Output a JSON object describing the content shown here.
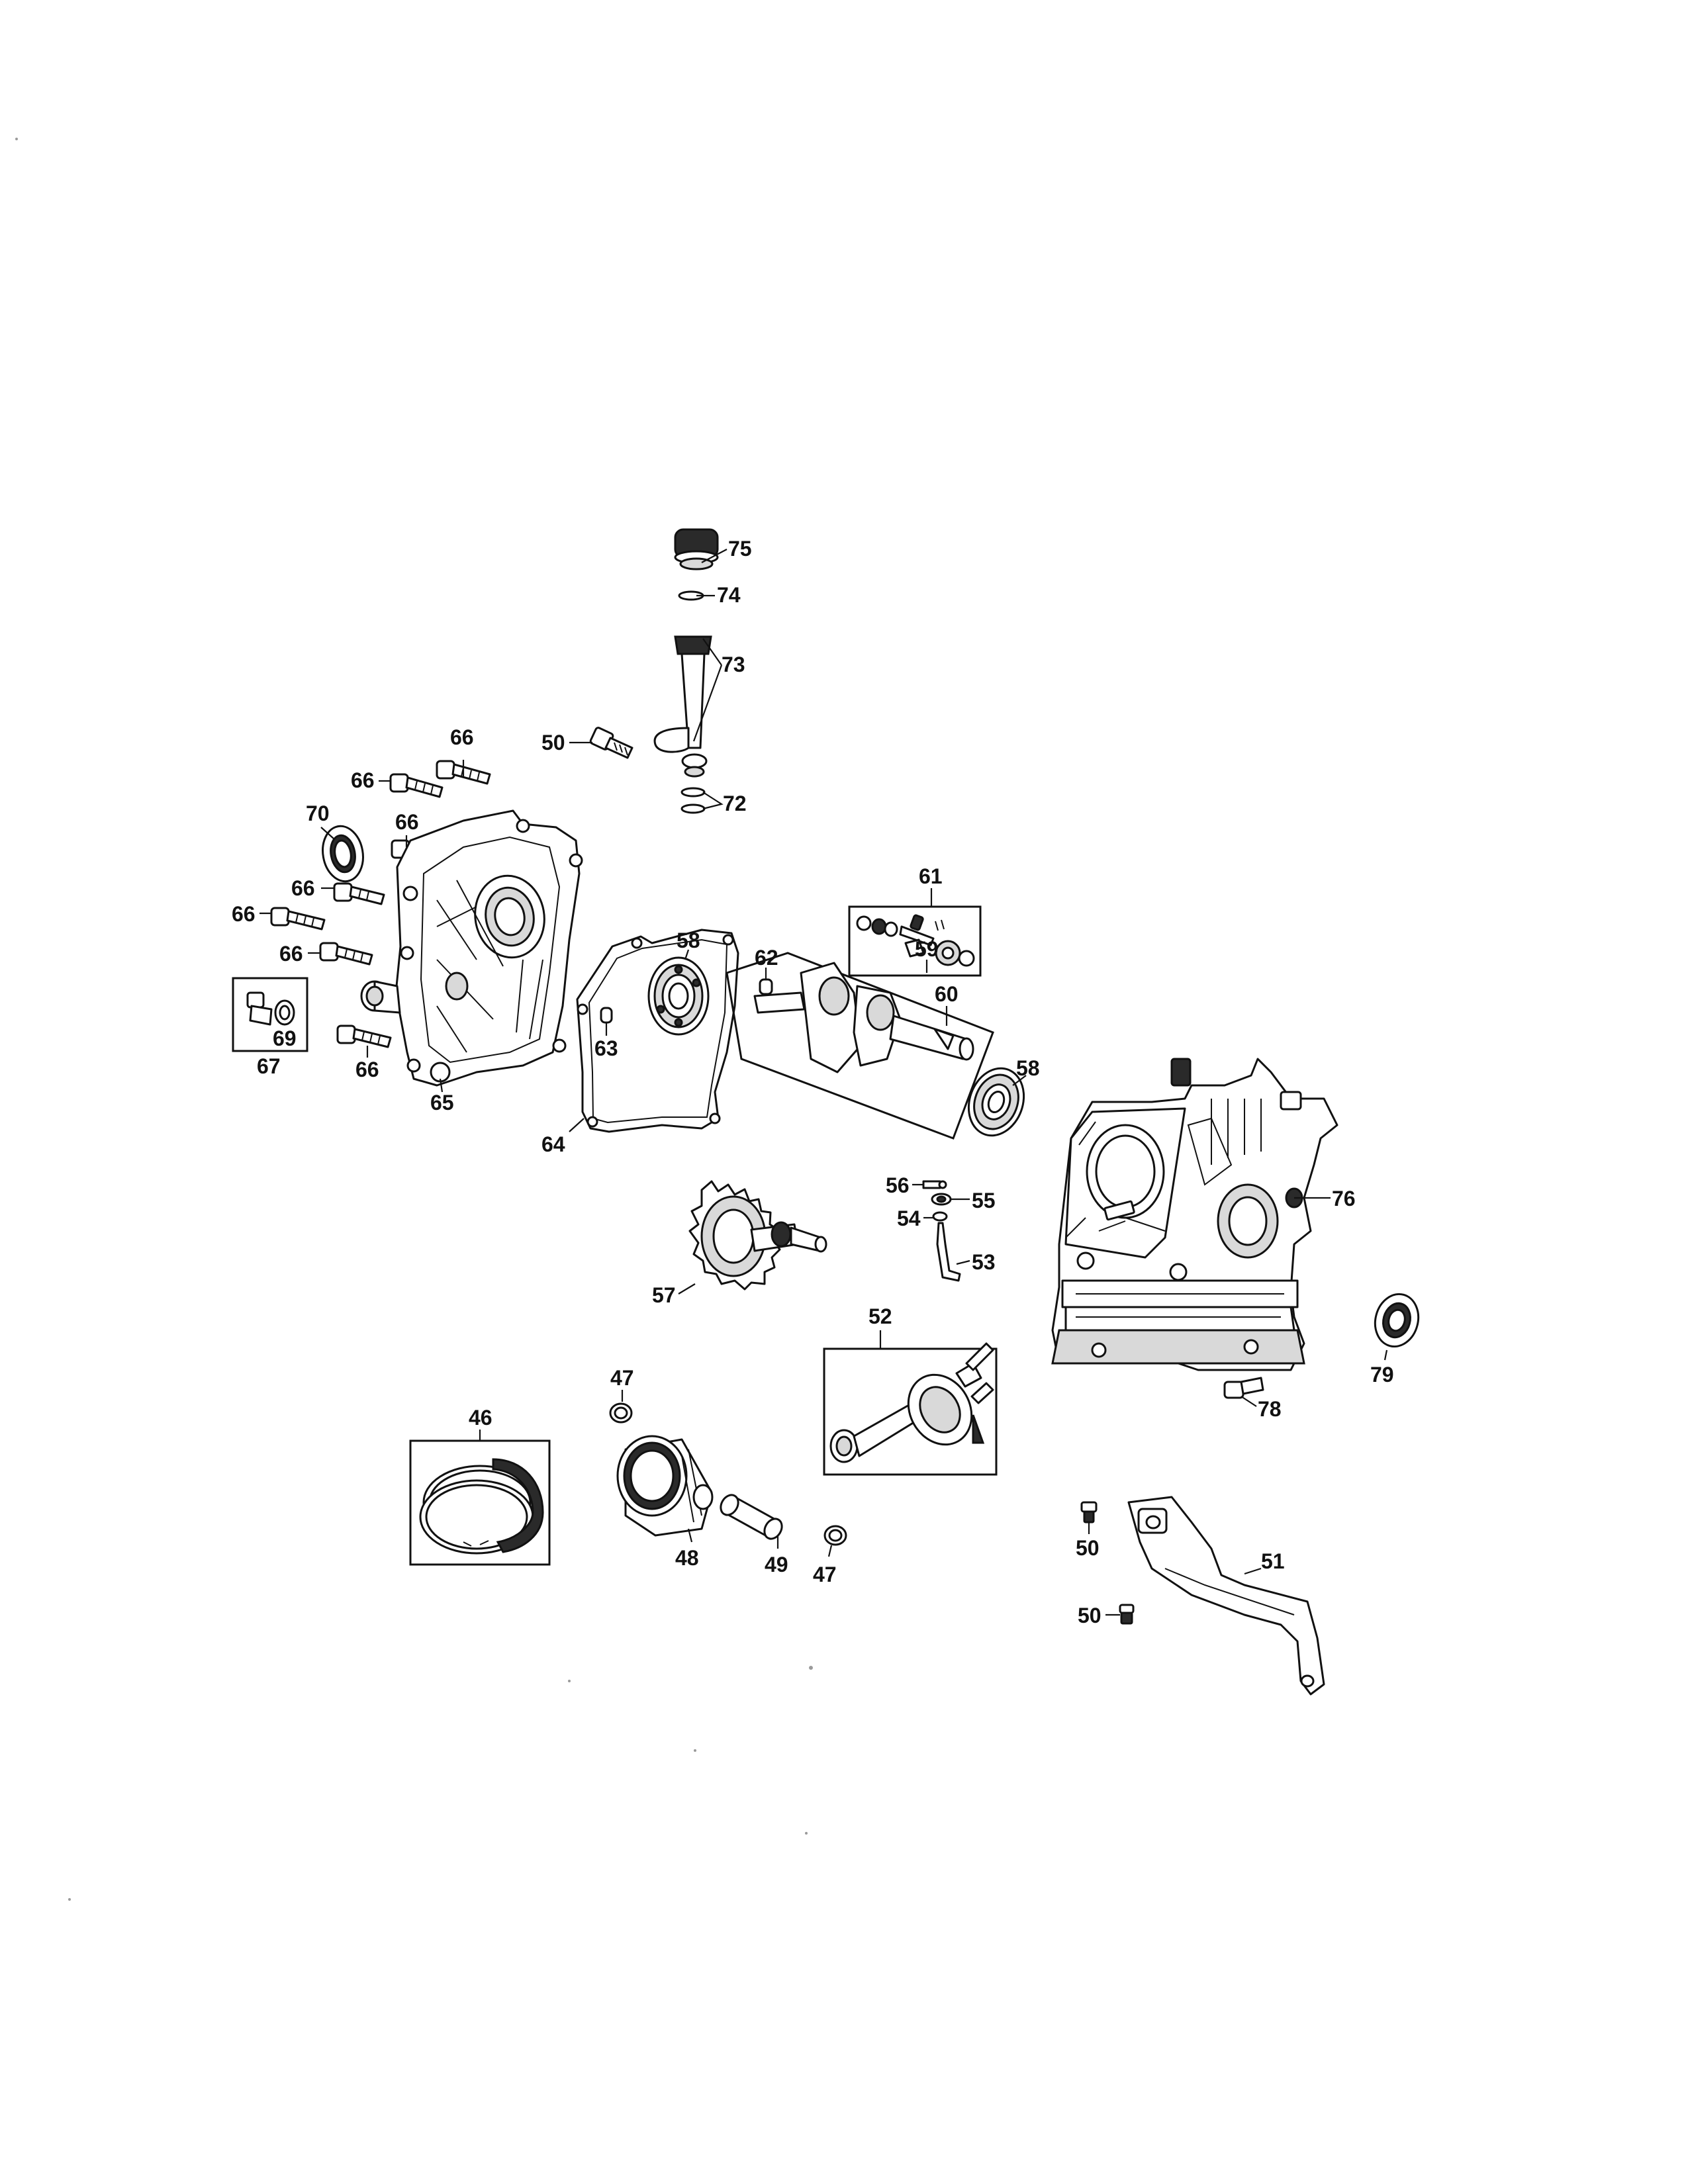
{
  "diagram": {
    "callouts": {
      "c46": "46",
      "c47a": "47",
      "c47b": "47",
      "c48": "48",
      "c49": "49",
      "c50a": "50",
      "c50b": "50",
      "c50c": "50",
      "c51": "51",
      "c52": "52",
      "c53": "53",
      "c54": "54",
      "c55": "55",
      "c56": "56",
      "c57": "57",
      "c58a": "58",
      "c58b": "58",
      "c59": "59",
      "c60": "60",
      "c61": "61",
      "c62": "62",
      "c63": "63",
      "c64": "64",
      "c65": "65",
      "c66a": "66",
      "c66b": "66",
      "c66c": "66",
      "c66d": "66",
      "c66e": "66",
      "c66f": "66",
      "c66g": "66",
      "c67": "67",
      "c69": "69",
      "c70": "70",
      "c72": "72",
      "c73": "73",
      "c74": "74",
      "c75": "75",
      "c76": "76",
      "c78": "78",
      "c79": "79"
    }
  }
}
